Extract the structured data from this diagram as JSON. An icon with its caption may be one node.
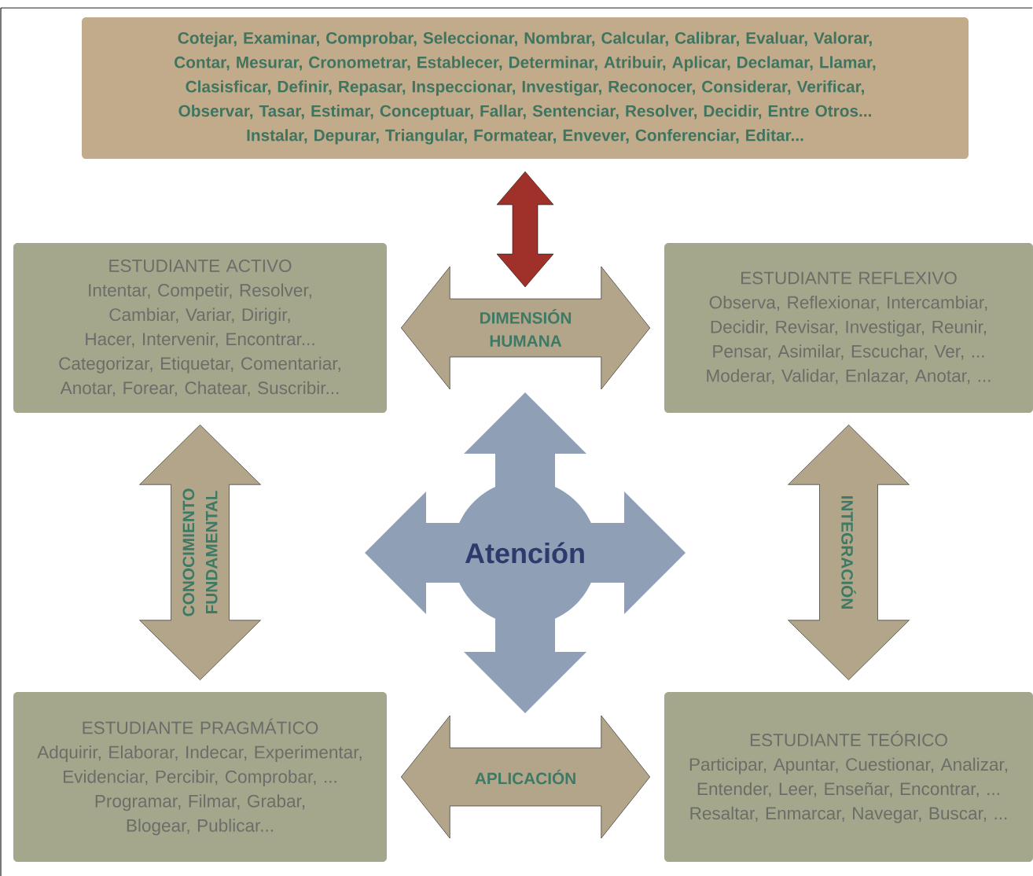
{
  "diagram": {
    "nodes": [
      {
        "text": [
          "Cotejar, Examinar, Comprobar, Seleccionar, Nombrar, Calcular, Calibrar, Evaluar, Valorar, Contar, Mesurar, Cronometrar, Establecer, Determinar, Atribuir, Aplicar, Declamar, Llamar, Clasisficar, Definir, Repasar, Inspeccionar, Investigar, Reconocer, Considerar, Verificar, Observar, Tasar, Estimar, Conceptuar, Fallar, Sentenciar, Resolver, Decidir, Entre Otros...",
          "Instalar, Depurar, Triangular, Formatear, Envever, Conferenciar, Editar..."
        ]
      },
      {
        "text": [
          "ESTUDIANTE ACTIVO",
          "Intentar, Competir, Resolver, Cambiar, Variar, Dirigir, Hacer, Intervenir, Encontrar...",
          "Categorizar, Etiquetar, Comentariar, Anotar, Forear, Chatear, Suscribir..."
        ]
      },
      {
        "text": [
          "ESTUDIANTE REFLEXIVO",
          "Observa, Reflexionar, Intercambiar, Decidir, Revisar, Investigar, Reunir, Pensar, Asimilar, Escuchar, Ver, ...",
          "Moderar, Validar, Enlazar, Anotar, ..."
        ]
      },
      {
        "text": [
          "ESTUDIANTE PRAGMÁTICO",
          "Adquirir, Elaborar, Indecar, Experimentar, Evidenciar, Percibir, Comprobar, ...",
          "Programar, Filmar, Grabar, Blogear, Publicar..."
        ]
      },
      {
        "text": [
          "ESTUDIANTE TEÓRICO",
          "Participar, Apuntar, Cuestionar, Analizar, Entender, Leer, Enseñar, Encontrar, ...",
          "Resaltar, Enmarcar, Navegar, Buscar, ..."
        ]
      },
      {
        "text": [
          "Atención"
        ]
      }
    ],
    "edges": [
      {
        "from": 0,
        "to": null,
        "arrow": "both",
        "color": "#a0302a"
      },
      {
        "from": 1,
        "to": 2,
        "arrow": "both",
        "label": "DIMENSIÓN HUMANA"
      },
      {
        "from": 1,
        "to": 3,
        "arrow": "both",
        "label": "CONOCIMIENTO FUNDAMENTAL"
      },
      {
        "from": 2,
        "to": 4,
        "arrow": "both",
        "label": "INTEGRACIÓN"
      },
      {
        "from": 3,
        "to": 4,
        "arrow": "both",
        "label": "APLICACIÓN"
      }
    ]
  }
}
